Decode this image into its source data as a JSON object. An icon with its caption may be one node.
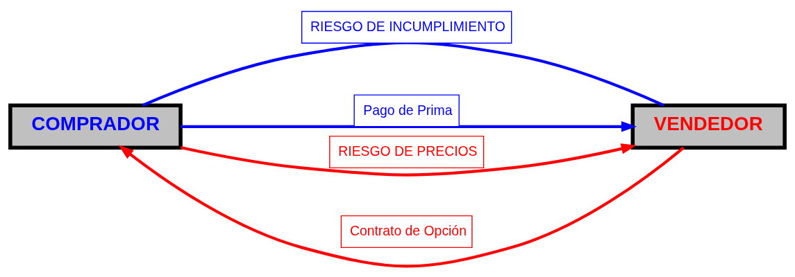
{
  "diagram": {
    "nodes": [
      {
        "text": [
          "COMPRADOR"
        ]
      },
      {
        "text": [
          "VENDEDOR"
        ]
      }
    ],
    "edges": [
      {
        "from": 0,
        "to": 1,
        "arrow": "none",
        "label": "RIESGO DE INCUMPLIMIENTO",
        "color": "#0000ff"
      },
      {
        "from": 0,
        "to": 1,
        "arrow": "to",
        "label": "Pago de Prima",
        "color": "#0000ff"
      },
      {
        "from": 1,
        "to": 0,
        "arrow": "to",
        "label": "Contrato de Opción",
        "color": "#ff0000"
      },
      {
        "from": 0,
        "to": 1,
        "arrow": "to",
        "label": "RIESGO DE PRECIOS",
        "color": "#ff0000"
      }
    ]
  }
}
